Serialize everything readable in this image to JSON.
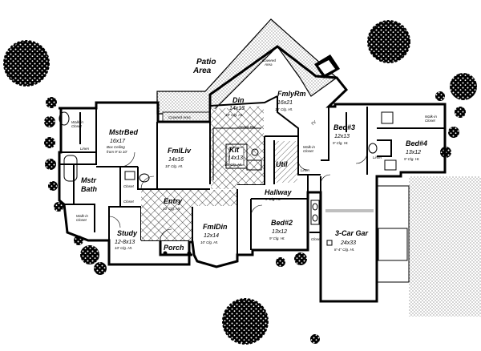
{
  "rooms": {
    "patio": {
      "label": "Patio",
      "label2": "Area"
    },
    "din": {
      "name": "Din",
      "dims": "14x13",
      "note": "10' Clg. Ht."
    },
    "fmlyrm": {
      "name": "FmlyRm",
      "dims": "16x21",
      "note": "10' Clg. Ht."
    },
    "mstrbed": {
      "name": "MstrBed",
      "dims": "16x17",
      "note": "Box Ceiling",
      "note2": "from 9' to 10'"
    },
    "fmlliv": {
      "name": "FmlLiv",
      "dims": "14x16",
      "note": "10' Clg. Ht."
    },
    "kit": {
      "name": "Kit",
      "dims": "14x13",
      "note": "10' Clg. Ht."
    },
    "util": {
      "name": "Util"
    },
    "bed3": {
      "name": "Bed#3",
      "dims": "12x13",
      "note": "9' Clg. Ht."
    },
    "bed4": {
      "name": "Bed#4",
      "dims": "13x12",
      "note": "9' Clg. Ht."
    },
    "mstrbath": {
      "name": "Mstr",
      "name2": "Bath"
    },
    "entry": {
      "name": "Entry",
      "note": "10' Clg. Ht."
    },
    "hallway": {
      "name": "Hallway",
      "note": "9' Clg. Ht."
    },
    "study": {
      "name": "Study",
      "dims": "12-8x13",
      "note": "10' Clg. Ht."
    },
    "fmldin": {
      "name": "FmlDin",
      "dims": "12x14",
      "note": "10' Clg. Ht."
    },
    "bed2": {
      "name": "Bed#2",
      "dims": "13x12",
      "note": "9' Clg. Ht."
    },
    "garage": {
      "name": "3-Car Gar",
      "dims": "24x33",
      "note": "8'-4\" Clg. Ht."
    },
    "porch": {
      "name": "Porch"
    }
  },
  "notes": {
    "covered_area_left": "Covered Area",
    "covered_area_top": "Covered",
    "covered_area_top2": "Area",
    "walkin_closet_master": "Walk-in",
    "walkin_closet_master2": "Closet",
    "walkin_closet_bath": "Walk-in",
    "walkin_closet_bath2": "Closet",
    "walkin_closet_bed3": "Walk-in",
    "walkin_closet_bed3b": "Closet",
    "walkin_closet_bed4": "Walk-in",
    "walkin_closet_bed4b": "Closet",
    "linen_master": "Linen",
    "linen_bed3": "Linen",
    "linen_hall": "Linen",
    "closet_entry": "Closet",
    "closet_entry2": "Closet",
    "closet_bed2": "Closet",
    "snack_bar": "Snack Bar",
    "tv": "TV"
  },
  "colors": {
    "wall": "#000000",
    "background": "#ffffff",
    "tree": "#000000"
  }
}
